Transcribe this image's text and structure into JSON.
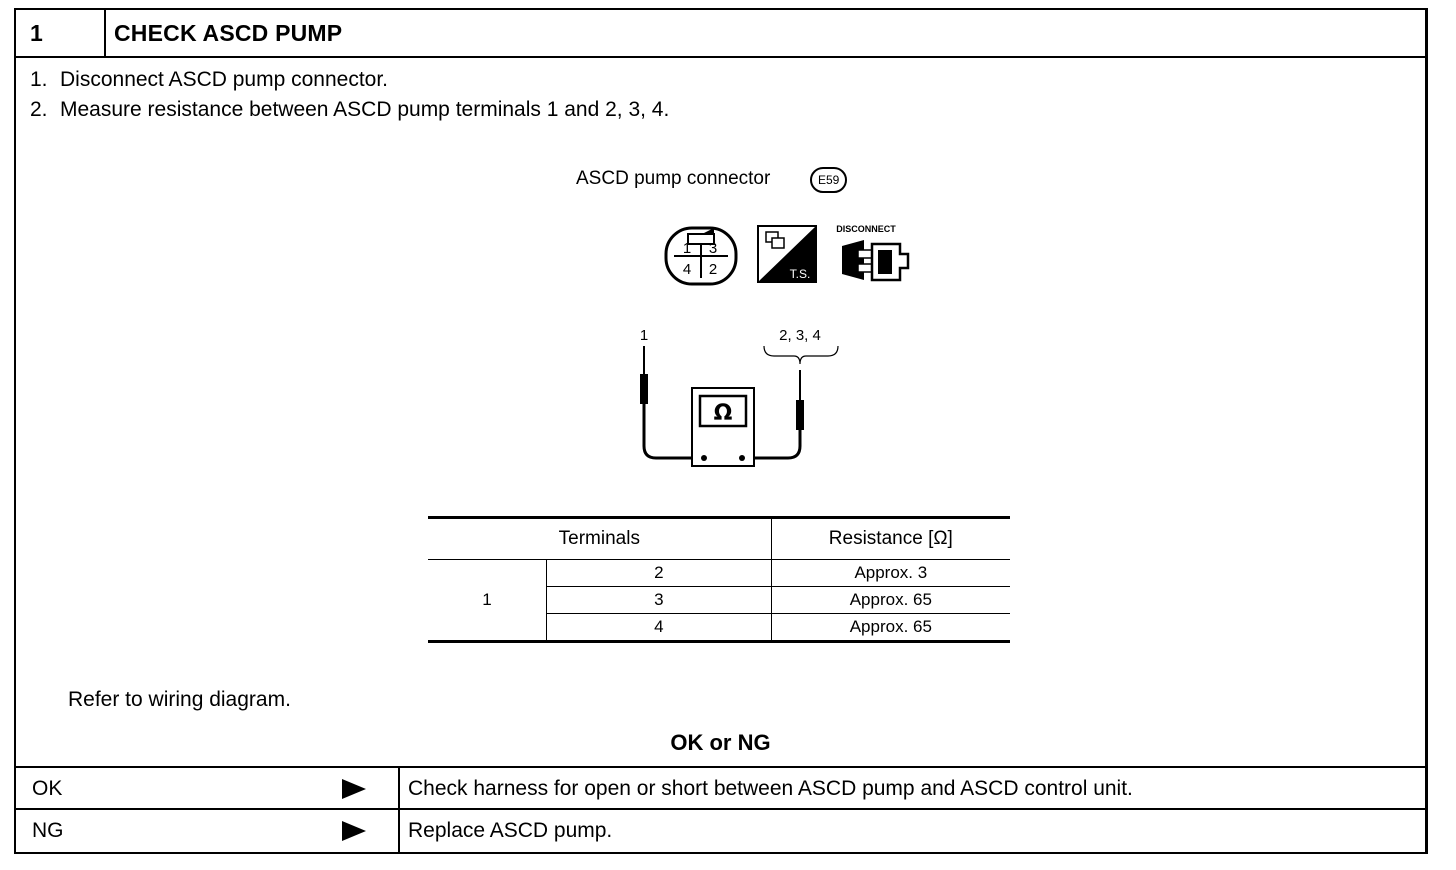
{
  "header": {
    "step_number": "1",
    "title": "CHECK ASCD PUMP"
  },
  "steps": [
    {
      "num": "1.",
      "text": "Disconnect ASCD pump connector."
    },
    {
      "num": "2.",
      "text": "Measure resistance between ASCD pump terminals 1 and 2, 3, 4."
    }
  ],
  "figure": {
    "connector_label": "ASCD pump connector",
    "connector_code": "E59",
    "pins": [
      "1",
      "3",
      "4",
      "2"
    ],
    "ts_label": "T.S.",
    "disconnect_label": "DISCONNECT",
    "probe_left_label": "1",
    "probe_right_label": "2, 3, 4",
    "meter_symbol": "Ω"
  },
  "table": {
    "headers": [
      "Terminals",
      "Resistance [Ω]"
    ],
    "from_terminal": "1",
    "rows": [
      {
        "to": "2",
        "resistance": "Approx. 3"
      },
      {
        "to": "3",
        "resistance": "Approx. 65"
      },
      {
        "to": "4",
        "resistance": "Approx. 65"
      }
    ]
  },
  "refer_text": "Refer to wiring diagram.",
  "decision_title": "OK or NG",
  "results": [
    {
      "label": "OK",
      "action": "Check harness for open or short between ASCD pump and ASCD control unit."
    },
    {
      "label": "NG",
      "action": "Replace ASCD pump."
    }
  ]
}
